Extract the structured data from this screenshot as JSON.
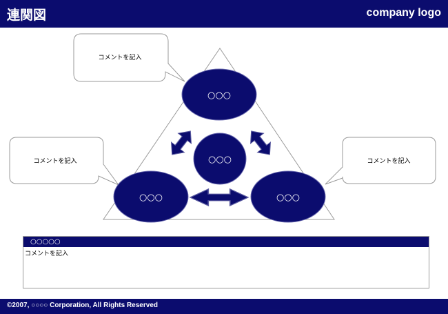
{
  "header": {
    "title": "連関図",
    "logo": "company logo"
  },
  "diagram": {
    "nodes": {
      "top": "○○○",
      "center": "○○○",
      "left": "○○○",
      "right": "○○○"
    },
    "callouts": {
      "top_left": "コメントを記入",
      "left": "コメントを記入",
      "right": "コメントを記入"
    }
  },
  "panel": {
    "heading": "○○○○○",
    "body": "コメントを記入"
  },
  "footer": {
    "copyright": "©2007, ○○○○ Corporation, All Rights Reserved"
  },
  "colors": {
    "navy": "#0b0c6e",
    "border": "#9a9a9a"
  }
}
